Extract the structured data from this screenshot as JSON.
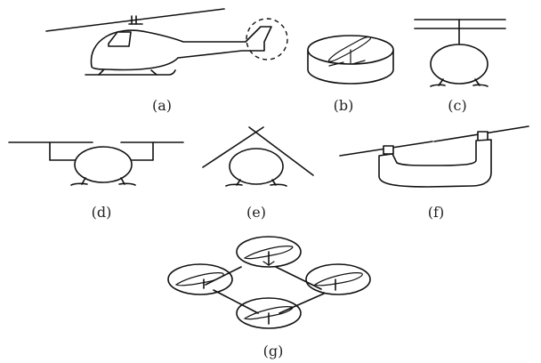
{
  "figure": {
    "panels": [
      {
        "id": "a",
        "caption": "(a)",
        "icon": "single-main-rotor-helicopter-with-tail-rotor"
      },
      {
        "id": "b",
        "caption": "(b)",
        "icon": "ducted-tail-rotor"
      },
      {
        "id": "c",
        "caption": "(c)",
        "icon": "coaxial-rotor"
      },
      {
        "id": "d",
        "caption": "(d)",
        "icon": "side-by-side-rotors"
      },
      {
        "id": "e",
        "caption": "(e)",
        "icon": "intermeshing-rotors"
      },
      {
        "id": "f",
        "caption": "(f)",
        "icon": "tandem-rotors"
      },
      {
        "id": "g",
        "caption": "(g)",
        "icon": "quadrotor"
      }
    ]
  }
}
